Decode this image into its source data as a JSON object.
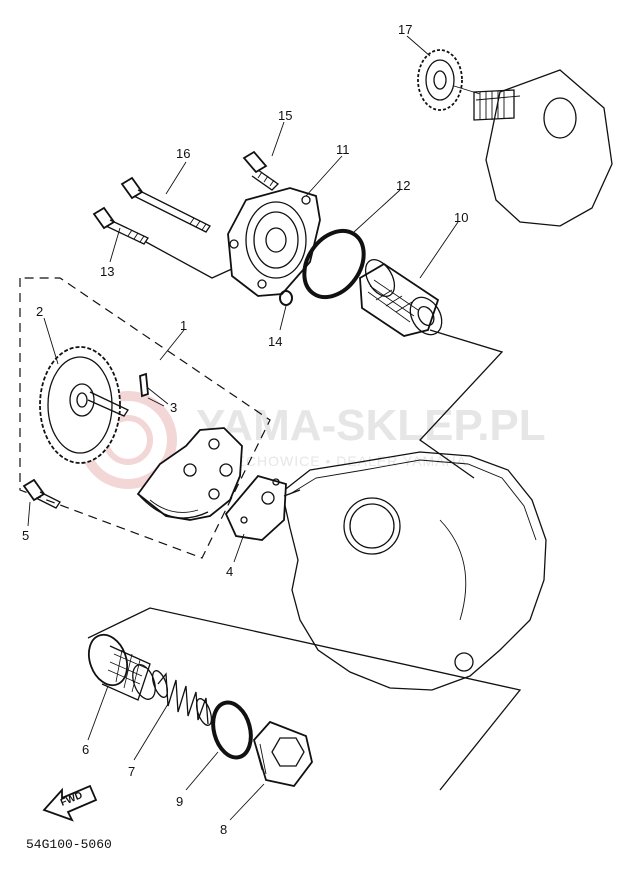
{
  "diagram": {
    "part_code": "54G100-5060",
    "fwd_label": "FWD",
    "watermark": {
      "title": "YAMA-SKLEP.PL",
      "subtitle": "MIECHOWICE • DEALER YAMAHA"
    },
    "callouts": [
      "1",
      "2",
      "3",
      "4",
      "5",
      "6",
      "7",
      "8",
      "9",
      "10",
      "11",
      "12",
      "13",
      "14",
      "15",
      "16",
      "17"
    ]
  }
}
